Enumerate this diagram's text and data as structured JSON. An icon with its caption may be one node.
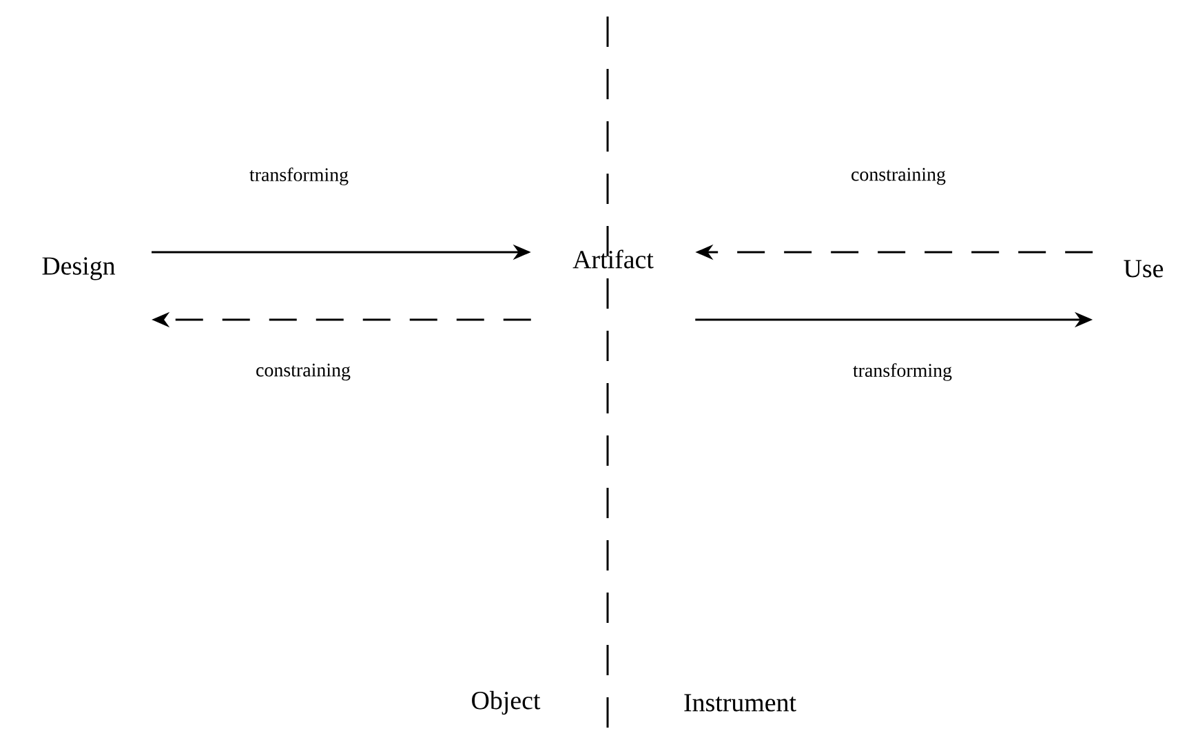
{
  "diagram": {
    "nodes": [
      {
        "text": [
          "Design"
        ]
      },
      {
        "text": [
          "Artifact"
        ]
      },
      {
        "text": [
          "Use"
        ]
      }
    ],
    "edges": [
      {
        "from": 0,
        "to": 1,
        "arrow": "to",
        "label": "transforming"
      },
      {
        "from": 1,
        "to": 0,
        "arrow": "to",
        "label": "constraining",
        "style": "dashed"
      },
      {
        "from": 2,
        "to": 1,
        "arrow": "to",
        "label": "constraining",
        "style": "dashed"
      },
      {
        "from": 1,
        "to": 2,
        "arrow": "to",
        "label": "transforming"
      }
    ],
    "labels": [
      "Object",
      "Instrument"
    ]
  }
}
